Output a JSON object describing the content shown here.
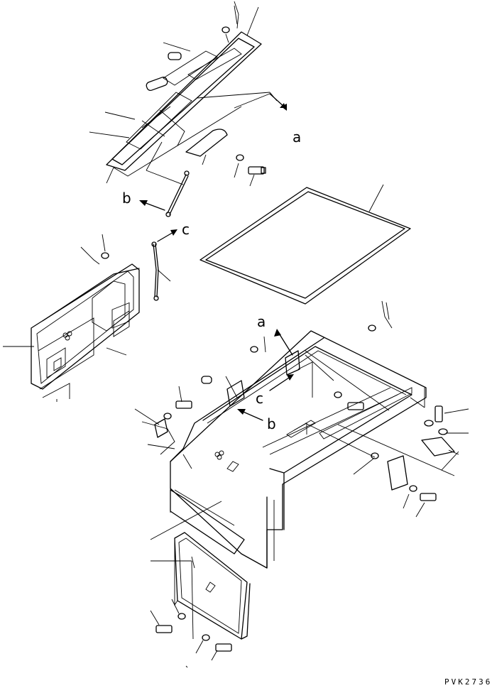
{
  "diagram": {
    "callouts": {
      "a_top": "a",
      "b_top": "b",
      "c_top": "c",
      "a_mid": "a",
      "c_mid": "c",
      "b_mid": "b"
    },
    "drawing_code": "PVK2736"
  }
}
